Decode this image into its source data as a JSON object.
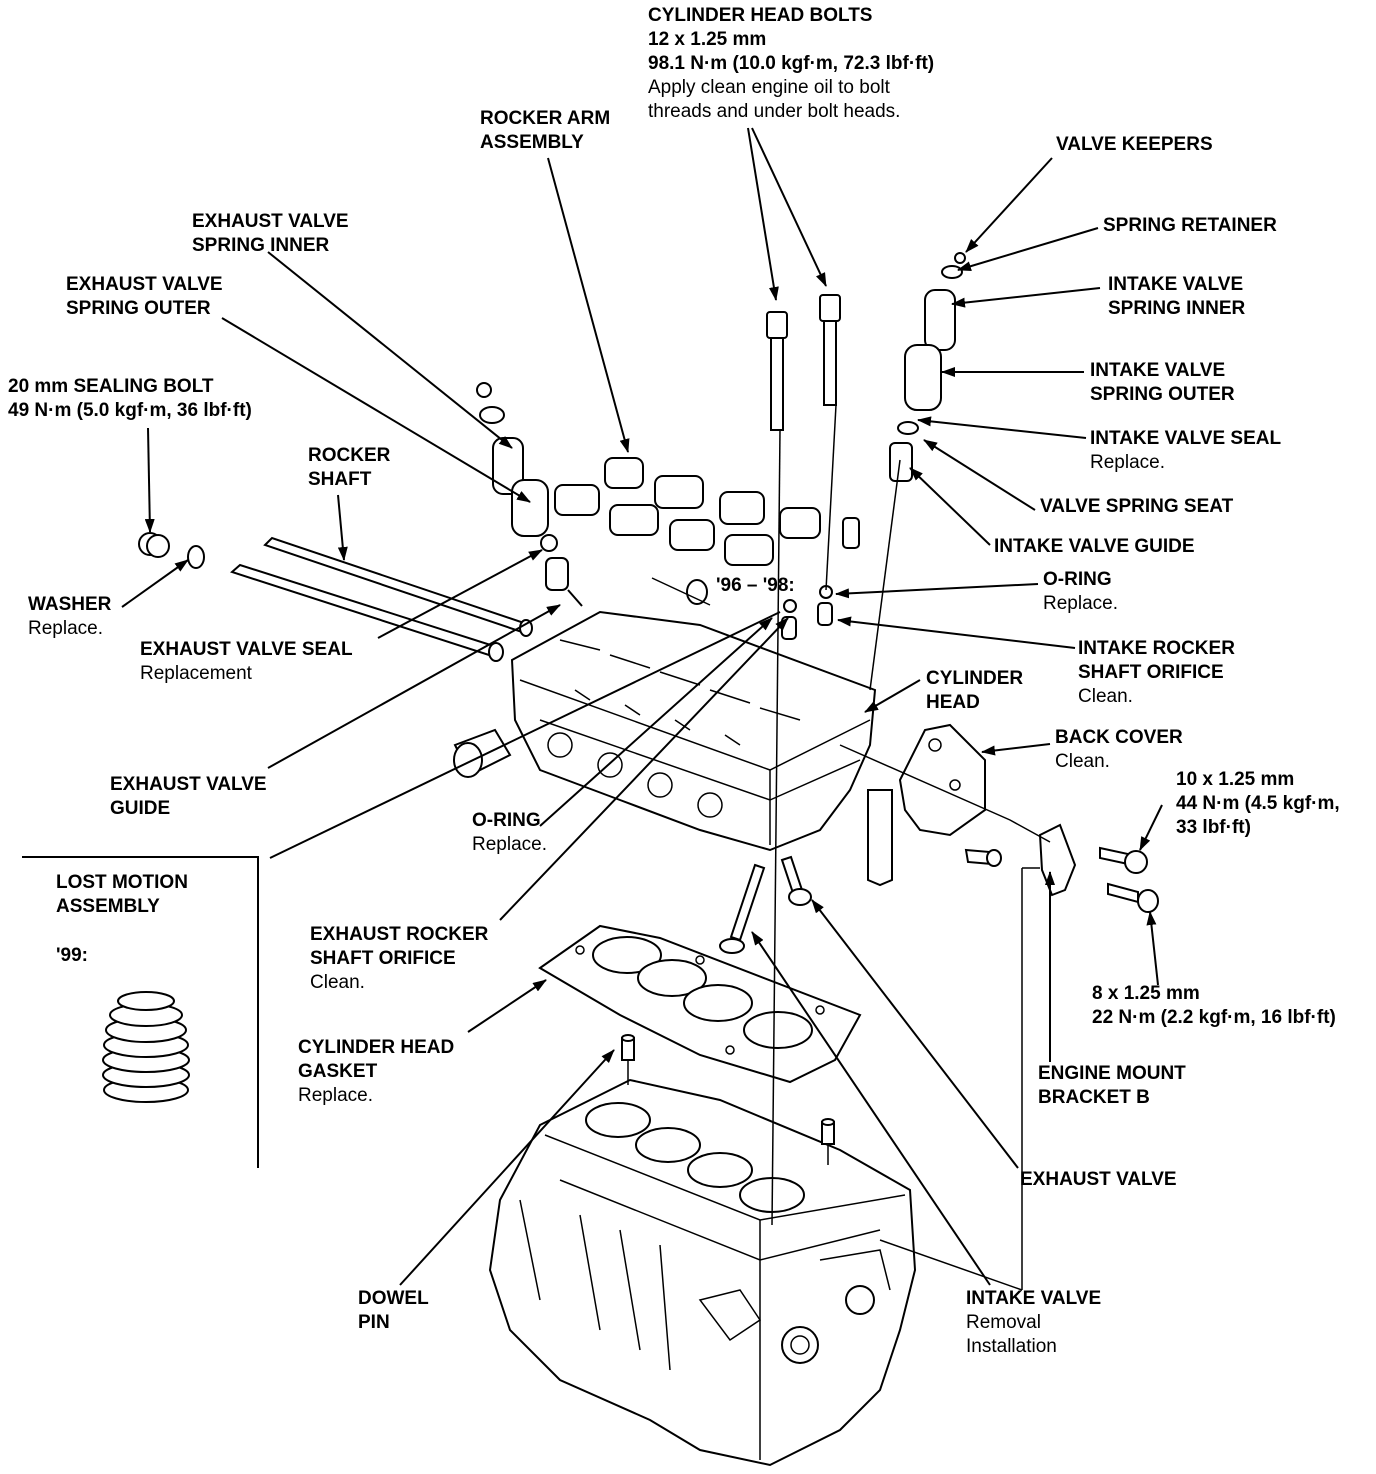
{
  "labels": {
    "head_bolts": {
      "t": [
        "CYLINDER HEAD BOLTS",
        "12 x 1.25 mm",
        "98.1 N·m (10.0 kgf·m, 72.3 lbf·ft)"
      ],
      "n": [
        "Apply clean engine oil to bolt",
        "threads and under bolt heads."
      ]
    },
    "rocker_arm": {
      "t": [
        "ROCKER ARM",
        "ASSEMBLY"
      ],
      "n": []
    },
    "valve_keepers": {
      "t": [
        "VALVE KEEPERS"
      ],
      "n": []
    },
    "exh_spring_inner": {
      "t": [
        "EXHAUST VALVE",
        "SPRING INNER"
      ],
      "n": []
    },
    "spring_retainer": {
      "t": [
        "SPRING RETAINER"
      ],
      "n": []
    },
    "exh_spring_outer": {
      "t": [
        "EXHAUST VALVE",
        "SPRING OUTER"
      ],
      "n": []
    },
    "int_spring_inner": {
      "t": [
        "INTAKE VALVE",
        "SPRING INNER"
      ],
      "n": []
    },
    "sealing_bolt": {
      "t": [
        "20 mm SEALING BOLT",
        "49 N·m (5.0 kgf·m, 36 lbf·ft)"
      ],
      "n": []
    },
    "int_spring_outer": {
      "t": [
        "INTAKE VALVE",
        "SPRING OUTER"
      ],
      "n": []
    },
    "rocker_shaft": {
      "t": [
        "ROCKER",
        "SHAFT"
      ],
      "n": []
    },
    "int_valve_seal": {
      "t": [
        "INTAKE VALVE SEAL"
      ],
      "n": [
        "Replace."
      ]
    },
    "valve_spring_seat": {
      "t": [
        "VALVE SPRING SEAT"
      ],
      "n": []
    },
    "int_valve_guide": {
      "t": [
        "INTAKE VALVE GUIDE"
      ],
      "n": []
    },
    "washer": {
      "t": [
        "WASHER"
      ],
      "n": [
        "Replace."
      ]
    },
    "years_96_98": {
      "t": [
        "'96 – '98:"
      ],
      "n": []
    },
    "oring_top": {
      "t": [
        "O-RING"
      ],
      "n": [
        "Replace."
      ]
    },
    "exh_valve_seal": {
      "t": [
        "EXHAUST VALVE SEAL"
      ],
      "n": [
        "Replacement"
      ]
    },
    "int_rocker_orifice": {
      "t": [
        "INTAKE ROCKER",
        "SHAFT ORIFICE"
      ],
      "n": [
        "Clean."
      ]
    },
    "cylinder_head": {
      "t": [
        "CYLINDER",
        "HEAD"
      ],
      "n": []
    },
    "back_cover": {
      "t": [
        "BACK COVER"
      ],
      "n": [
        "Clean."
      ]
    },
    "exh_valve_guide": {
      "t": [
        "EXHAUST VALVE",
        "GUIDE"
      ],
      "n": []
    },
    "bolt_10": {
      "t": [
        "10 x 1.25 mm",
        "44 N·m (4.5 kgf·m,",
        "33 lbf·ft)"
      ],
      "n": []
    },
    "oring_mid": {
      "t": [
        "O-RING"
      ],
      "n": [
        "Replace."
      ]
    },
    "lost_motion": {
      "t": [
        "LOST MOTION",
        "ASSEMBLY"
      ],
      "n": []
    },
    "year_99": {
      "t": [
        "'99:"
      ],
      "n": []
    },
    "exh_rocker_orifice": {
      "t": [
        "EXHAUST ROCKER",
        "SHAFT ORIFICE"
      ],
      "n": [
        "Clean."
      ]
    },
    "bolt_8": {
      "t": [
        "8 x 1.25 mm",
        "22 N·m (2.2 kgf·m, 16 lbf·ft)"
      ],
      "n": []
    },
    "head_gasket": {
      "t": [
        "CYLINDER HEAD",
        "GASKET"
      ],
      "n": [
        "Replace."
      ]
    },
    "engine_mount": {
      "t": [
        "ENGINE MOUNT",
        "BRACKET B"
      ],
      "n": []
    },
    "exhaust_valve": {
      "t": [
        "EXHAUST VALVE"
      ],
      "n": []
    },
    "dowel_pin": {
      "t": [
        "DOWEL",
        "PIN"
      ],
      "n": []
    },
    "intake_valve": {
      "t": [
        "INTAKE VALVE"
      ],
      "n": [
        "Removal",
        "Installation"
      ]
    }
  }
}
